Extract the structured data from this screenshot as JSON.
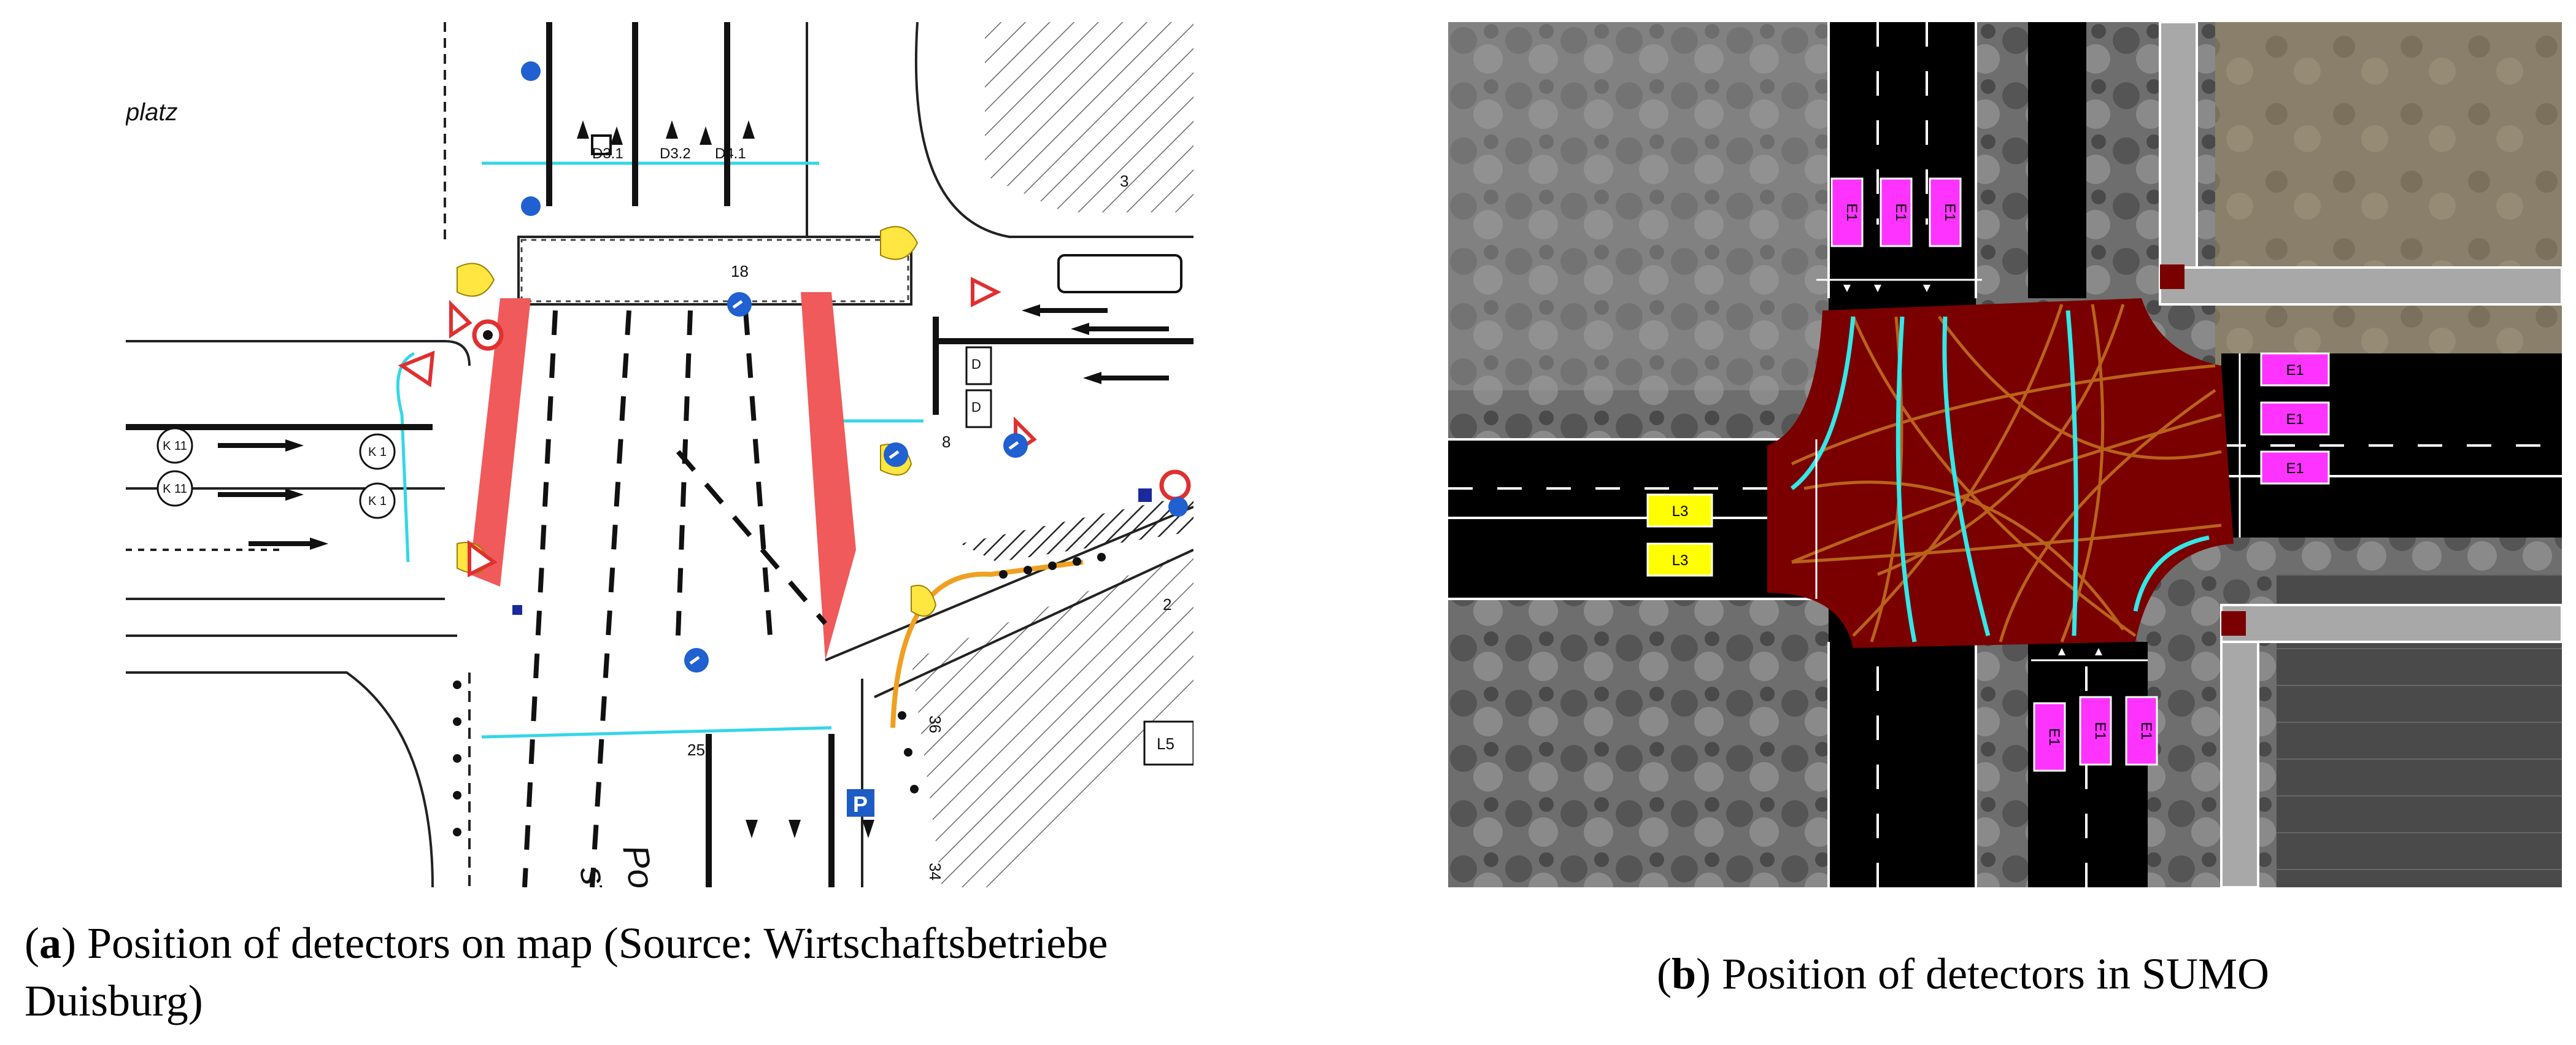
{
  "panel_a": {
    "map_labels": {
      "place_fragment": "platz",
      "lane_d31": "D3.1",
      "lane_d32": "D3.2",
      "lane_d41": "D4.1",
      "detector_k11_top": "K 11",
      "detector_k11_bottom": "K 11",
      "detector_k1_top": "K 1",
      "detector_k1_bottom": "K 1",
      "signal_18": "18",
      "signal_8": "8",
      "signal_25": "25",
      "marker_3": "3",
      "marker_2": "2",
      "marker_36": "36",
      "marker_34": "34",
      "d_top": "D",
      "d_bottom": "D",
      "street_fragment_1": "Pos",
      "street_fragment_2": "stra",
      "parking_sign": "P",
      "corner_label": "L5"
    },
    "caption": {
      "letter": "a",
      "text": "Position of detectors on map (Source: Wirtschaftsbetriebe Duisburg)"
    }
  },
  "panel_b": {
    "detector_labels": {
      "north": [
        "E1",
        "E1",
        "E1"
      ],
      "east": [
        "E1",
        "E1",
        "E1"
      ],
      "south": [
        "E1",
        "E1",
        "E1"
      ],
      "west": [
        "L3",
        "L3"
      ]
    },
    "colors": {
      "junction": "#7a0000",
      "road": "#000000",
      "detector_e1": "#ff33ff",
      "detector_l3": "#ffff00",
      "crossing_path": "#b8631a",
      "bike_path": "#33e8e8"
    },
    "caption": {
      "letter": "b",
      "text": "Position of detectors in SUMO"
    }
  }
}
